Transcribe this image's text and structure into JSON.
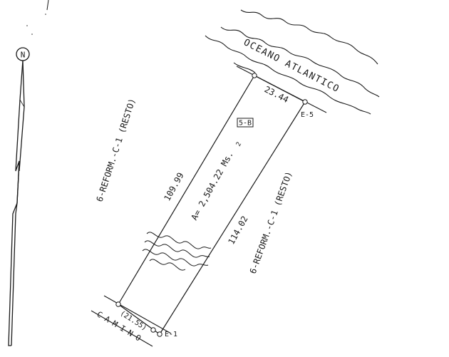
{
  "north": {
    "letter": "N"
  },
  "ocean": {
    "label": "OCEANO ATLANTICO"
  },
  "lot": {
    "id": "5-B",
    "area": "A= 2,504.22 Ms.",
    "area_exponent": "2"
  },
  "neighbors": {
    "west": "6-REFORM.-C-1 (RESTO)",
    "east": "6-REFORM.-C-1 (RESTO)"
  },
  "sides": {
    "north": "23.44",
    "west": "109.99",
    "east": "114.02",
    "south": "(21.55)"
  },
  "markers": {
    "e1": "E-1",
    "e5": "E-5"
  },
  "road": {
    "label": "CAMINO"
  }
}
